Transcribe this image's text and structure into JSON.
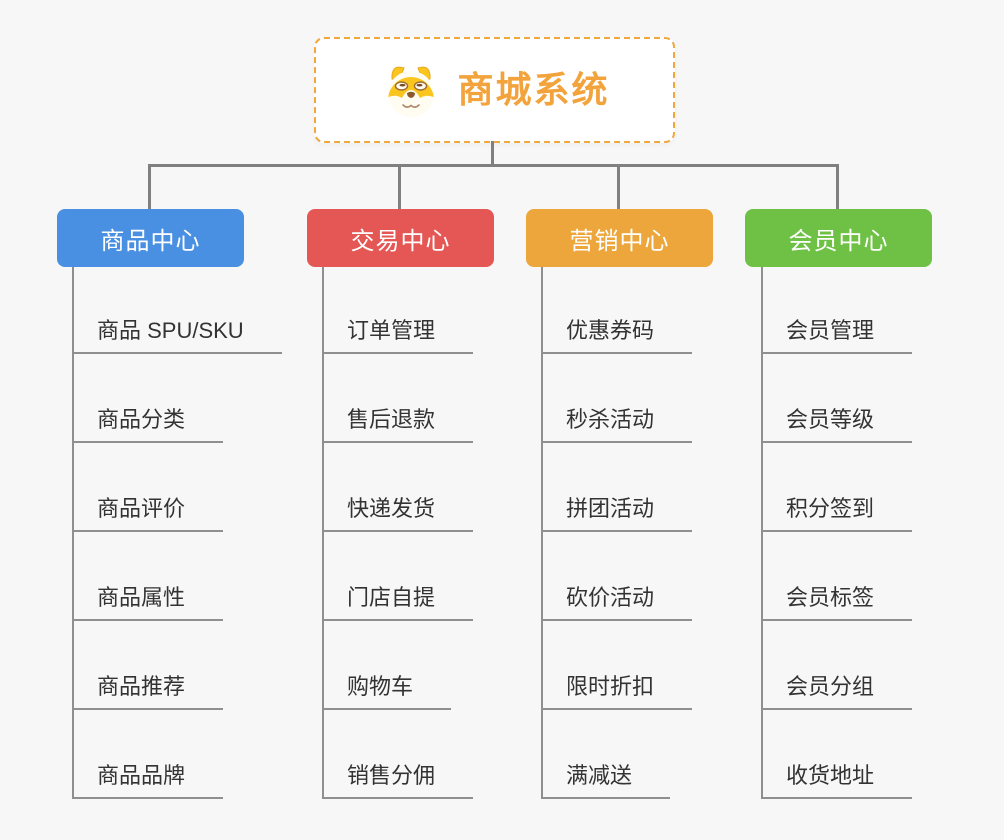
{
  "root": {
    "title": "商城系统",
    "icon": "shiba-dog-icon",
    "accent_color": "#f2a33c",
    "border_color": "#f0a83c"
  },
  "connector_color": "#808080",
  "leaf_line_color": "#8f8f8f",
  "leaf_text_color": "#333333",
  "background_color": "#f7f7f7",
  "branches": [
    {
      "label": "商品中心",
      "color": "#4a90e2",
      "items": [
        "商品 SPU/SKU",
        "商品分类",
        "商品评价",
        "商品属性",
        "商品推荐",
        "商品品牌"
      ]
    },
    {
      "label": "交易中心",
      "color": "#e45754",
      "items": [
        "订单管理",
        "售后退款",
        "快递发货",
        "门店自提",
        "购物车",
        "销售分佣"
      ]
    },
    {
      "label": "营销中心",
      "color": "#eca63c",
      "items": [
        "优惠券码",
        "秒杀活动",
        "拼团活动",
        "砍价活动",
        "限时折扣",
        "满减送"
      ]
    },
    {
      "label": "会员中心",
      "color": "#6fc146",
      "items": [
        "会员管理",
        "会员等级",
        "积分签到",
        "会员标签",
        "会员分组",
        "收货地址"
      ]
    }
  ]
}
